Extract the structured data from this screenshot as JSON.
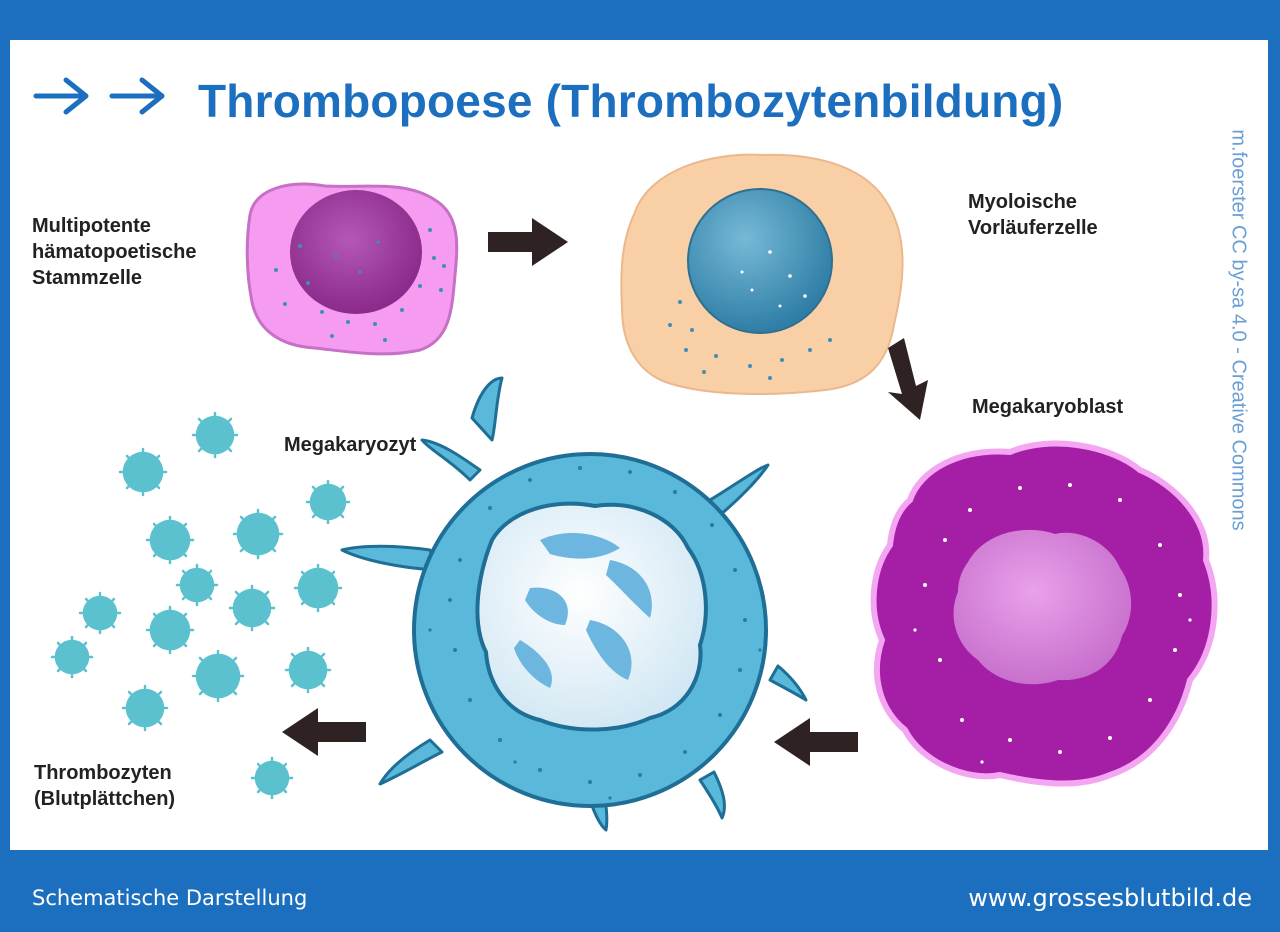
{
  "title": "Thrombopoese (Thrombozytenbildung)",
  "stages": {
    "stem_cell": [
      "Multipotente",
      "hämatopoetische",
      "Stammzelle"
    ],
    "myeloid_progenitor": [
      "Myoloische",
      "Vorläuferzelle"
    ],
    "megakaryoblast": "Megakaryoblast",
    "megakaryocyte": "Megakaryozyt",
    "thrombocytes": [
      "Thrombozyten",
      "(Blutplättchen)"
    ]
  },
  "credit": "m.foerster CC by-sa 4.0 - Creative Commons",
  "footer": {
    "left": "Schematische Darstellung",
    "right": "www.grossesblutbild.de"
  },
  "colors": {
    "brand_blue": "#1b6fbe",
    "stem_cell": "#f59cf0",
    "stem_nucleus": "#a83fa8",
    "progenitor": "#f9cfa6",
    "progenitor_nucleus": "#3f8fb4",
    "megakaryoblast": "#a51fa6",
    "megakaryocyte": "#5ab8db",
    "platelet": "#5bc1cf",
    "arrow": "#2e2322"
  }
}
